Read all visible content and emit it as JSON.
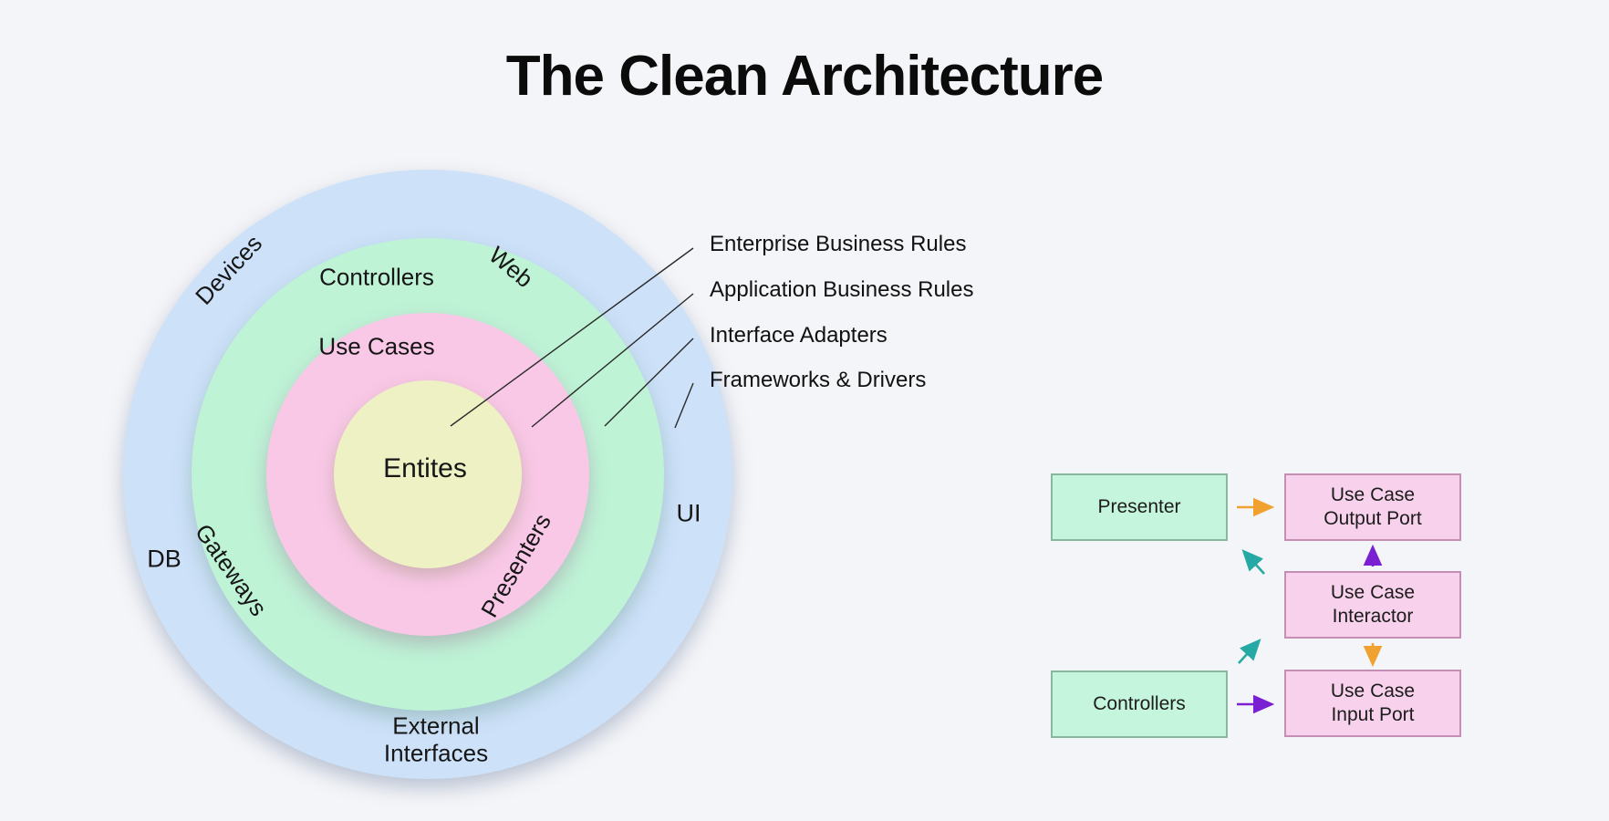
{
  "title": "The Clean Architecture",
  "ring_labels": {
    "devices": "Devices",
    "web": "Web",
    "db": "DB",
    "ui": "UI",
    "external_line1": "External",
    "external_line2": "Interfaces",
    "controllers": "Controllers",
    "gateways": "Gateways",
    "presenters": "Presenters",
    "use_cases": "Use Cases",
    "entities": "Entites"
  },
  "legend": {
    "items": [
      {
        "label": "Enterprise Business Rules"
      },
      {
        "label": "Application Business Rules"
      },
      {
        "label": "Interface Adapters"
      },
      {
        "label": "Frameworks & Drivers"
      }
    ]
  },
  "flow": {
    "boxes": [
      {
        "id": "presenter",
        "label": "Presenter",
        "kind": "green"
      },
      {
        "id": "use-case-output-port",
        "label": "Use Case\nOutput Port",
        "kind": "pink"
      },
      {
        "id": "use-case-interactor",
        "label": "Use Case\nInteractor",
        "kind": "pink"
      },
      {
        "id": "controllers",
        "label": "Controllers",
        "kind": "green"
      },
      {
        "id": "use-case-input-port",
        "label": "Use Case\nInput Port",
        "kind": "pink"
      }
    ]
  },
  "palette": {
    "background": "#f4f5f8",
    "ring_frameworks": "#cde1f9",
    "ring_adapters": "#bef3d6",
    "ring_application": "#f9c8e7",
    "ring_enterprise": "#edf1c3",
    "box_green_fill": "#c5f5dc",
    "box_green_border": "#86b99e",
    "box_pink_fill": "#f8d2ec",
    "box_pink_border": "#c48fb4",
    "arrow_orange": "#f0a230",
    "arrow_purple": "#7a1fd1",
    "arrow_teal": "#26a9a4",
    "leader_line": "#2a2a2a"
  }
}
